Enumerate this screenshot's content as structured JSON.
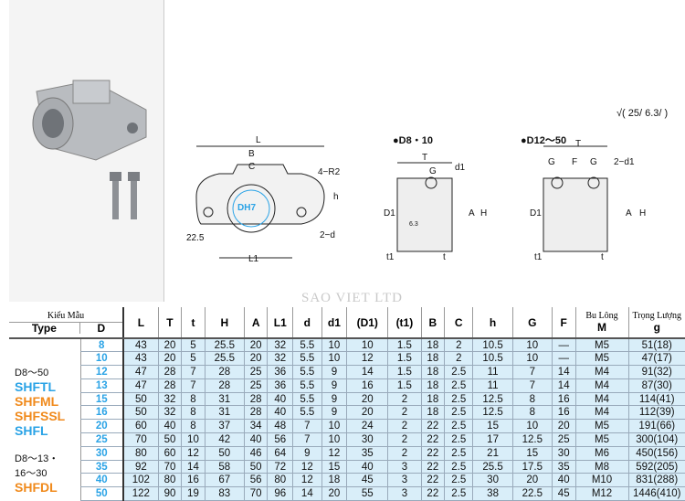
{
  "diagram": {
    "left_labels": [
      "L",
      "B",
      "C",
      "4−R2",
      "h",
      "DH7",
      "22.5",
      "2−d",
      "L1"
    ],
    "mid_title": "●D8・10",
    "mid_labels": [
      "T",
      "G",
      "d1",
      "D1",
      "A",
      "H",
      "t1",
      "t",
      "6.3"
    ],
    "right_title": "●D12～50",
    "right_labels": [
      "T",
      "G",
      "F",
      "G",
      "2−d1",
      "D1",
      "A",
      "H",
      "t1",
      "t"
    ],
    "roughness": "√( 25/ 6.3/ )"
  },
  "watermark": "SAO VIET LTD",
  "table": {
    "header_group": "Kiểu Mẫu",
    "type_label": "Type",
    "d_label": "D",
    "columns": [
      "L",
      "T",
      "t",
      "H",
      "A",
      "L1",
      "d",
      "d1",
      "(D1)",
      "(t1)",
      "B",
      "C",
      "h",
      "G",
      "F"
    ],
    "bolt_label": "Bu Lông",
    "bolt_sub": "M",
    "weight_label": "Trọng Lượng",
    "weight_sub": "g",
    "group1": {
      "range": "D8～50",
      "types": [
        "SHFTL",
        "SHFML",
        "SHFSSL",
        "SHFL"
      ]
    },
    "group2": {
      "range": "D8～13・",
      "range2": "16～30",
      "types": [
        "SHFDL"
      ]
    },
    "rows": [
      [
        "8",
        "43",
        "20",
        "5",
        "25.5",
        "20",
        "32",
        "5.5",
        "10",
        "10",
        "1.5",
        "18",
        "2",
        "10.5",
        "10",
        "—",
        "M5",
        "51(18)"
      ],
      [
        "10",
        "43",
        "20",
        "5",
        "25.5",
        "20",
        "32",
        "5.5",
        "10",
        "12",
        "1.5",
        "18",
        "2",
        "10.5",
        "10",
        "—",
        "M5",
        "47(17)"
      ],
      [
        "12",
        "47",
        "28",
        "7",
        "28",
        "25",
        "36",
        "5.5",
        "9",
        "14",
        "1.5",
        "18",
        "2.5",
        "11",
        "7",
        "14",
        "M4",
        "91(32)"
      ],
      [
        "13",
        "47",
        "28",
        "7",
        "28",
        "25",
        "36",
        "5.5",
        "9",
        "16",
        "1.5",
        "18",
        "2.5",
        "11",
        "7",
        "14",
        "M4",
        "87(30)"
      ],
      [
        "15",
        "50",
        "32",
        "8",
        "31",
        "28",
        "40",
        "5.5",
        "9",
        "20",
        "2",
        "18",
        "2.5",
        "12.5",
        "8",
        "16",
        "M4",
        "114(41)"
      ],
      [
        "16",
        "50",
        "32",
        "8",
        "31",
        "28",
        "40",
        "5.5",
        "9",
        "20",
        "2",
        "18",
        "2.5",
        "12.5",
        "8",
        "16",
        "M4",
        "112(39)"
      ],
      [
        "20",
        "60",
        "40",
        "8",
        "37",
        "34",
        "48",
        "7",
        "10",
        "24",
        "2",
        "22",
        "2.5",
        "15",
        "10",
        "20",
        "M5",
        "191(66)"
      ],
      [
        "25",
        "70",
        "50",
        "10",
        "42",
        "40",
        "56",
        "7",
        "10",
        "30",
        "2",
        "22",
        "2.5",
        "17",
        "12.5",
        "25",
        "M5",
        "300(104)"
      ],
      [
        "30",
        "80",
        "60",
        "12",
        "50",
        "46",
        "64",
        "9",
        "12",
        "35",
        "2",
        "22",
        "2.5",
        "21",
        "15",
        "30",
        "M6",
        "450(156)"
      ],
      [
        "35",
        "92",
        "70",
        "14",
        "58",
        "50",
        "72",
        "12",
        "15",
        "40",
        "3",
        "22",
        "2.5",
        "25.5",
        "17.5",
        "35",
        "M8",
        "592(205)"
      ],
      [
        "40",
        "102",
        "80",
        "16",
        "67",
        "56",
        "80",
        "12",
        "18",
        "45",
        "3",
        "22",
        "2.5",
        "30",
        "20",
        "40",
        "M10",
        "831(288)"
      ],
      [
        "50",
        "122",
        "90",
        "19",
        "83",
        "70",
        "96",
        "14",
        "20",
        "55",
        "3",
        "22",
        "2.5",
        "38",
        "22.5",
        "45",
        "M12",
        "1446(410)"
      ]
    ]
  }
}
